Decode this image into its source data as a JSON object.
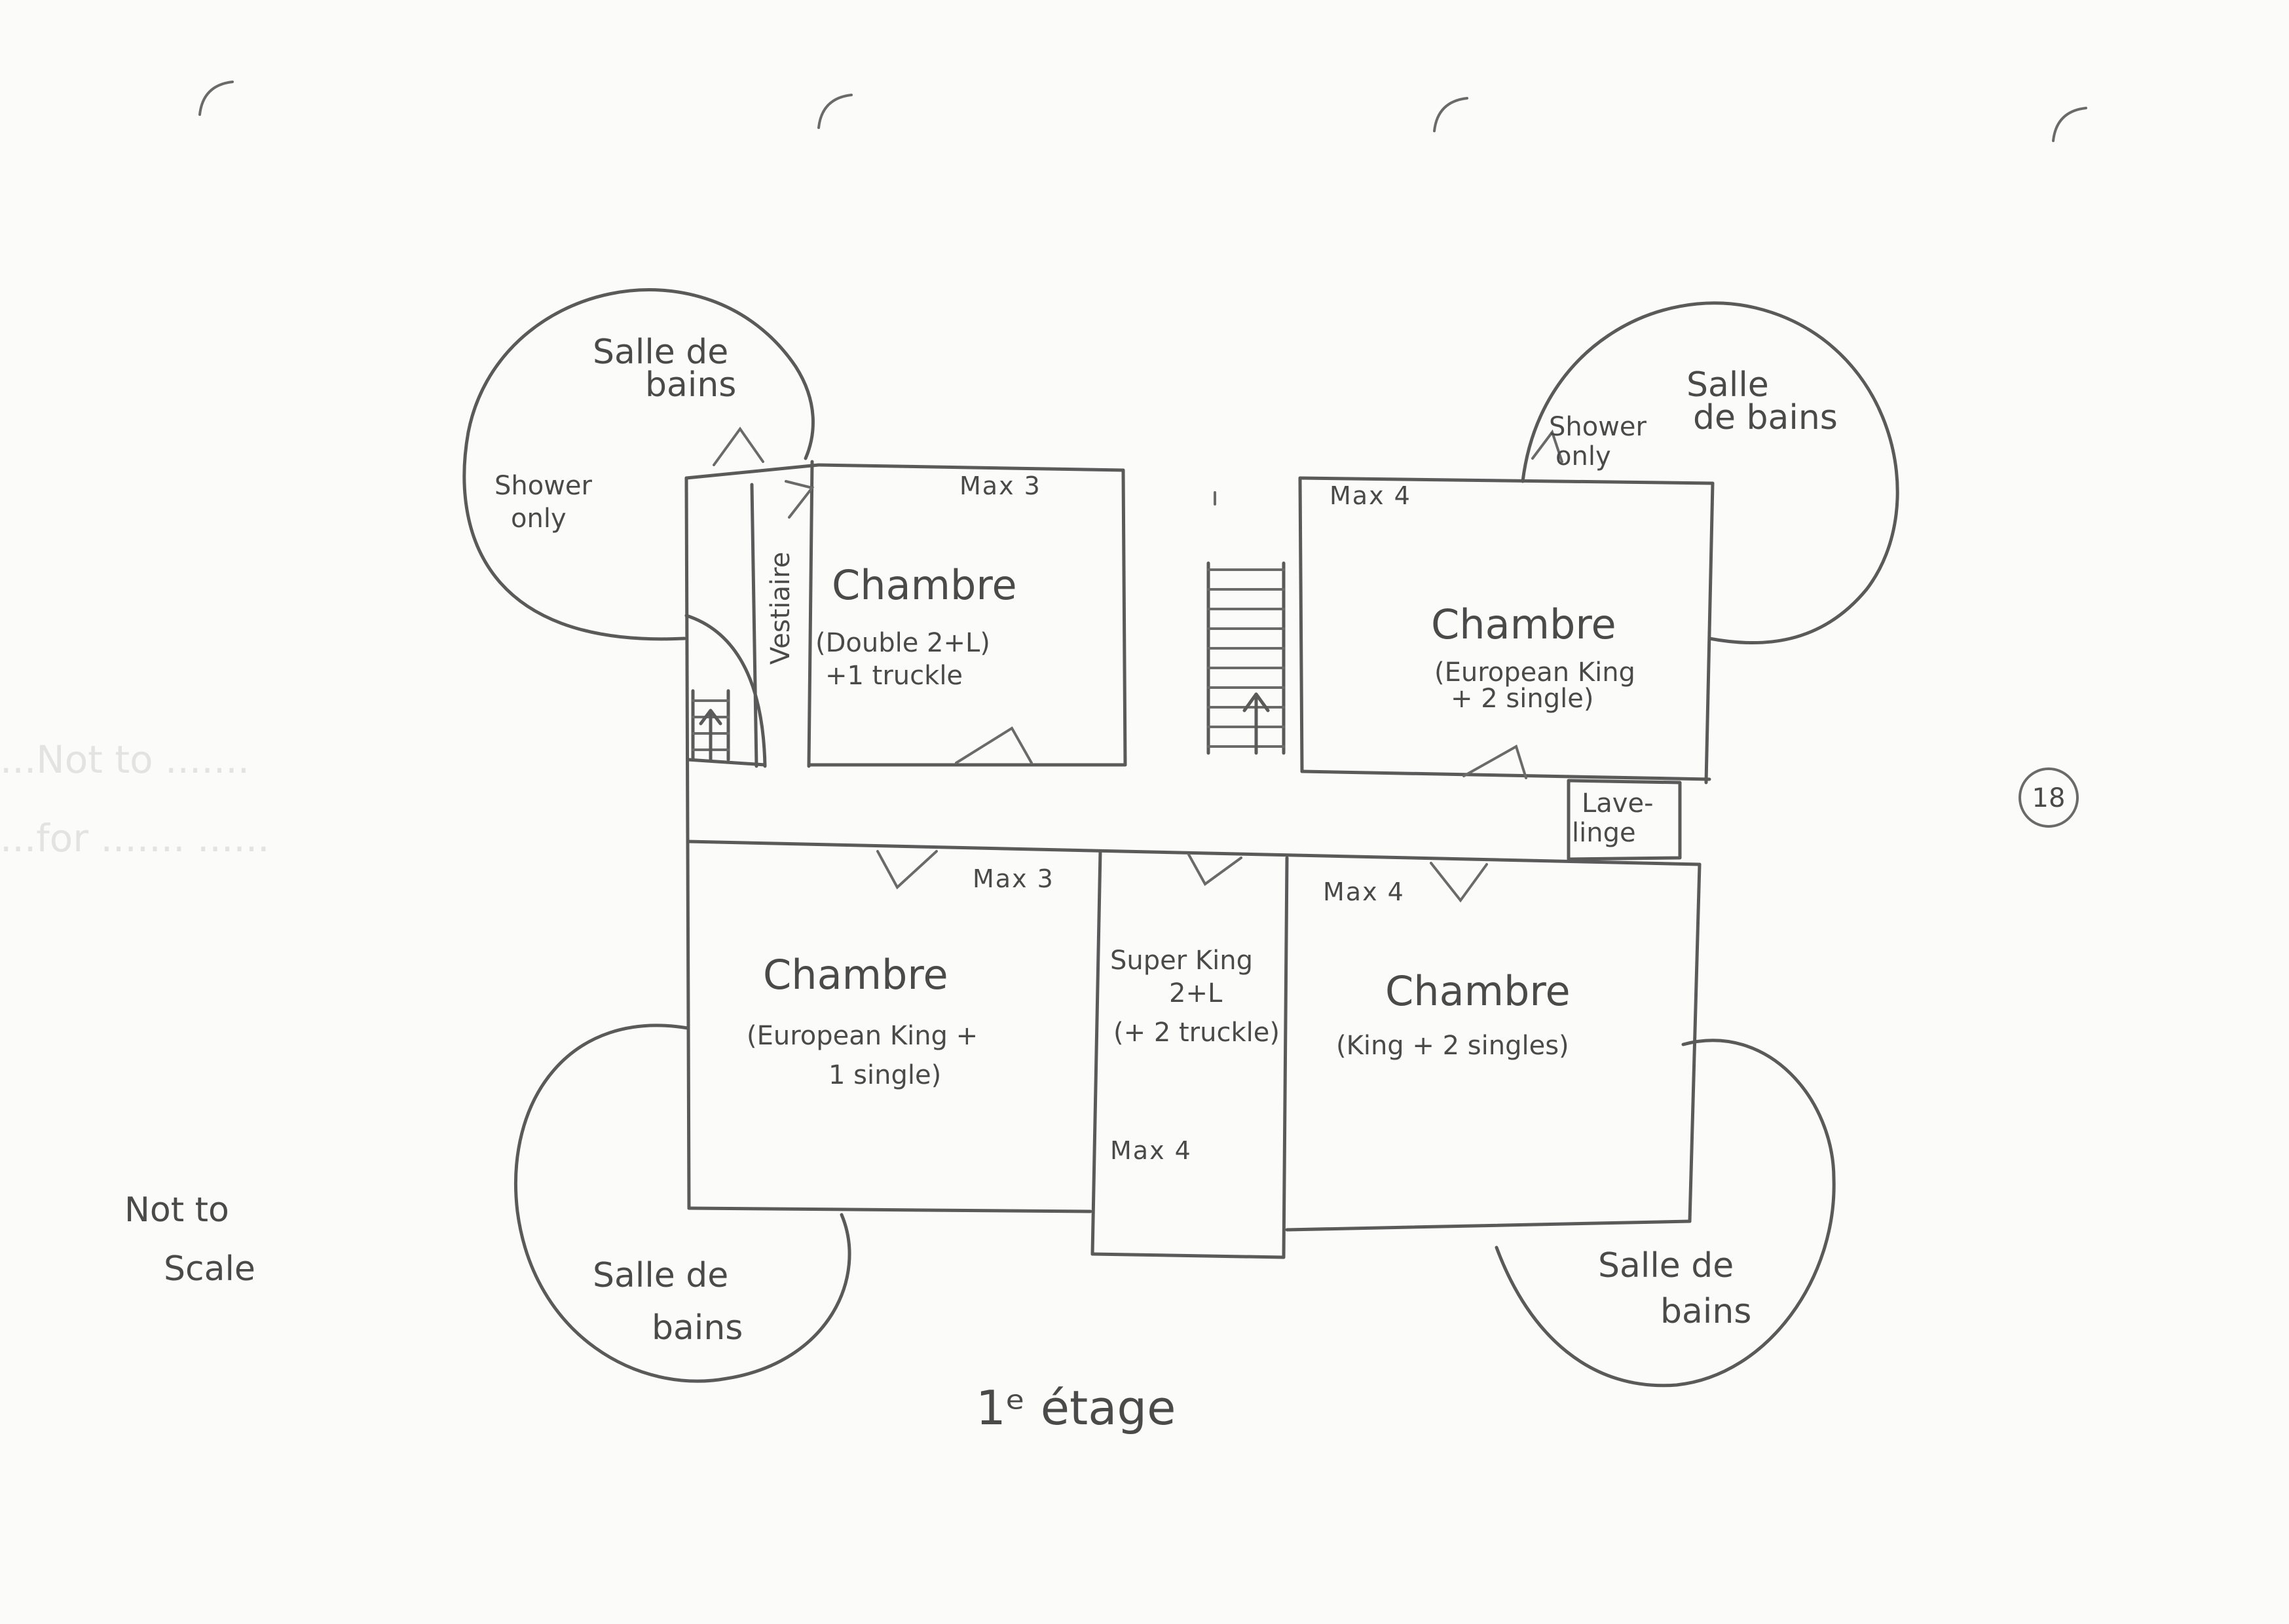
{
  "page_number": "18",
  "title": "1ᵉ étage",
  "scale_note_line1": "Not to",
  "scale_note_line2": "Scale",
  "ghost_text": {
    "line1": "...Not to .......",
    "line2": "...for ....... ......"
  },
  "rooms": {
    "bath_tl": {
      "line1": "Salle de",
      "line2": "bains",
      "note1": "Shower",
      "note2": "only"
    },
    "bath_tr": {
      "line1": "Salle",
      "line2": "de bains",
      "note1": "Shower",
      "note2": "only"
    },
    "bath_bl": {
      "line1": "Salle de",
      "line2": "bains"
    },
    "bath_br": {
      "line1": "Salle de",
      "line2": "bains"
    },
    "vestiaire": {
      "label": "Vestiaire"
    },
    "chambre_tl": {
      "max": "Max 3",
      "name": "Chambre",
      "detail1": "(Double 2+L)",
      "detail2": "+1 truckle"
    },
    "chambre_tr": {
      "max": "Max 4",
      "name": "Chambre",
      "detail1": "(European King",
      "detail2": "+ 2 single)"
    },
    "lave_linge": {
      "line1": "Lave-",
      "line2": "linge"
    },
    "chambre_bl": {
      "max": "Max 3",
      "name": "Chambre",
      "detail1": "(European King +",
      "detail2": "1 single)"
    },
    "chambre_center": {
      "line1": "Super King",
      "line2": "2+L",
      "line3": "(+ 2 truckle)",
      "max": "Max 4"
    },
    "chambre_br": {
      "max": "Max 4",
      "name": "Chambre",
      "detail1": "(King + 2 singles)"
    }
  }
}
